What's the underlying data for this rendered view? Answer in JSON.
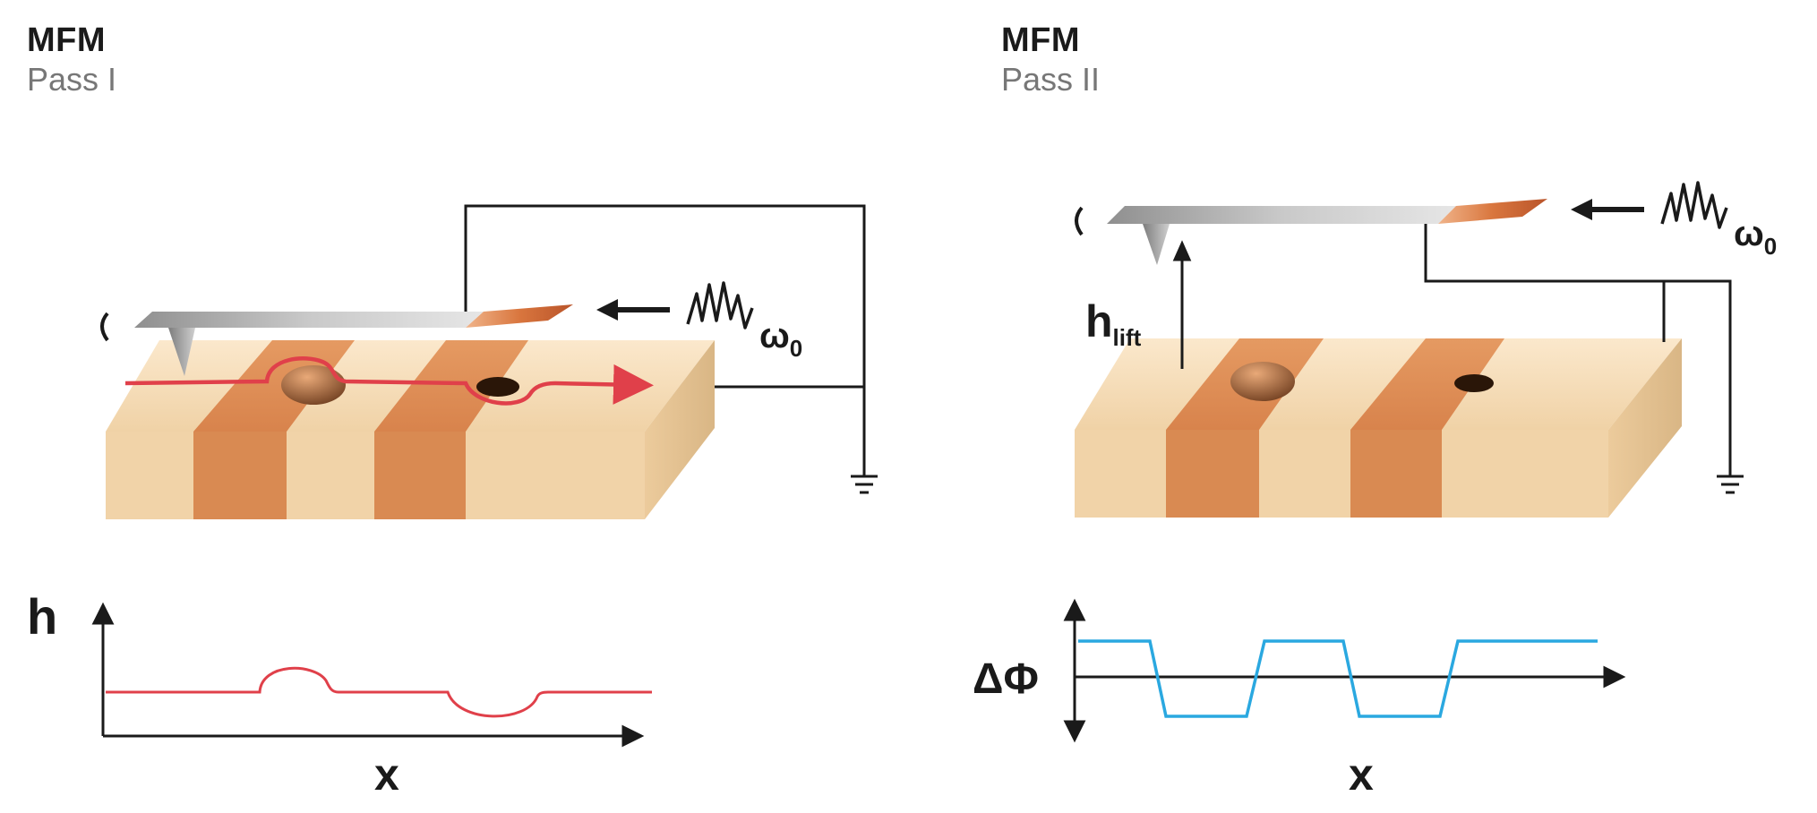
{
  "panels": {
    "left": {
      "title": "MFM",
      "subtitle": "Pass I"
    },
    "right": {
      "title": "MFM",
      "subtitle": "Pass II"
    }
  },
  "labels": {
    "omega_main": "ω",
    "omega_sub": "0",
    "h_lift_main": "h",
    "h_lift_sub": "lift",
    "left_y_axis": "h",
    "left_x_axis": "x",
    "right_y_axis": "ΔΦ",
    "right_x_axis": "x"
  },
  "colors": {
    "sample_light": "#f2d4a8",
    "sample_stripe": "#d88a55",
    "cantilever": "#b8b8b8",
    "piezo": "#cf6a38",
    "topography_trace": "#e0404a",
    "phase_trace": "#2aa8e0",
    "wire": "#1a1a1a"
  }
}
